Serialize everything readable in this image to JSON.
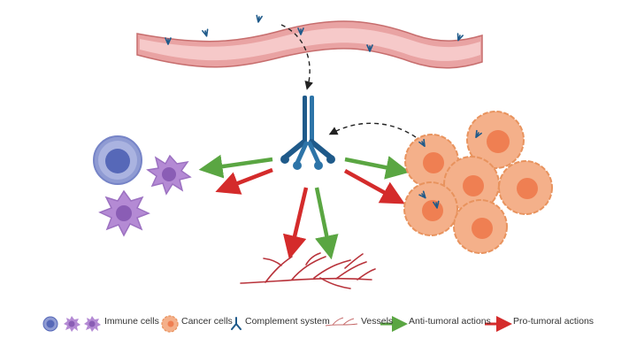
{
  "legend": {
    "immune_cells": "Immune cells",
    "cancer_cells": "Cancer cells",
    "complement_system": "Complement system",
    "vessels": "Vessels",
    "anti_tumoral": "Anti-tumoral actions",
    "pro_tumoral": "Pro-tumoral actions"
  },
  "colors": {
    "vessel_fill": "#e9a3a3",
    "vessel_lumen": "#f6c9c9",
    "vessel_edge": "#c76e6e",
    "complement": "#1f5a8a",
    "complement_tip": "#2d74a8",
    "anti_tumoral": "#5aa642",
    "pro_tumoral": "#d42b2b",
    "cancer_fill": "#f4b08a",
    "cancer_edge": "#e8935e",
    "cancer_nucleus": "#ef7f52",
    "immune_lymph": "#5668b8",
    "immune_lymph_edge": "#7684c7",
    "immune_dendritic": "#9c71c1",
    "capillary": "#b8323a"
  }
}
